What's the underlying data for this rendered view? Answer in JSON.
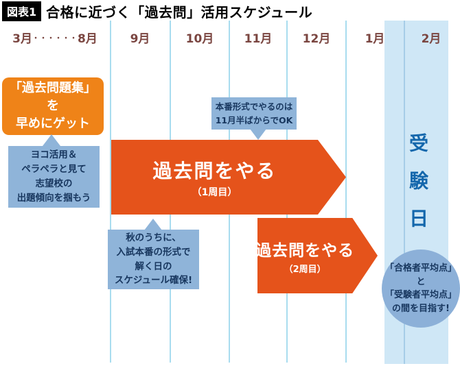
{
  "figure": {
    "tag": "図表1",
    "title": "合格に近づく「過去問」活用スケジュール"
  },
  "timeline": {
    "range_month": {
      "from": "3月",
      "dots": "・・・・・・",
      "to": "8月"
    },
    "months": [
      "9月",
      "10月",
      "11月",
      "12月",
      "1月",
      "2月"
    ]
  },
  "notes": {
    "get_box": "「過去問題集」\nを\n早めにゲット",
    "yoko_note": "ヨコ活用＆\nペラペラと見て\n志望校の\n出題傾向を掴もう",
    "honban_note": "本番形式でやるのは\n11月半ばからでOK",
    "aki_note": "秋のうちに、\n入試本番の形式で\n解く日の\nスケジュール確保!",
    "goal_note": "「合格者平均点」と\n「受験者平均点」\nの間を目指す!"
  },
  "arrows": {
    "first": {
      "label": "過去問をやる",
      "sub": "（1周目）"
    },
    "second": {
      "label": "過去問をやる",
      "sub": "（2周目）"
    }
  },
  "band": {
    "exam_day": "受験日"
  },
  "colors": {
    "arrow_orange": "#e5531b",
    "box_orange": "#ef8318",
    "note_blue": "#8fb4d9",
    "circle_blue": "#8cb0d8",
    "band_blue": "#cfe7f6",
    "grid_line_blue": "#a8dcef",
    "month_text": "#7a4540",
    "note_text_navy": "#17365e",
    "exam_day_blue": "#1467ac"
  }
}
